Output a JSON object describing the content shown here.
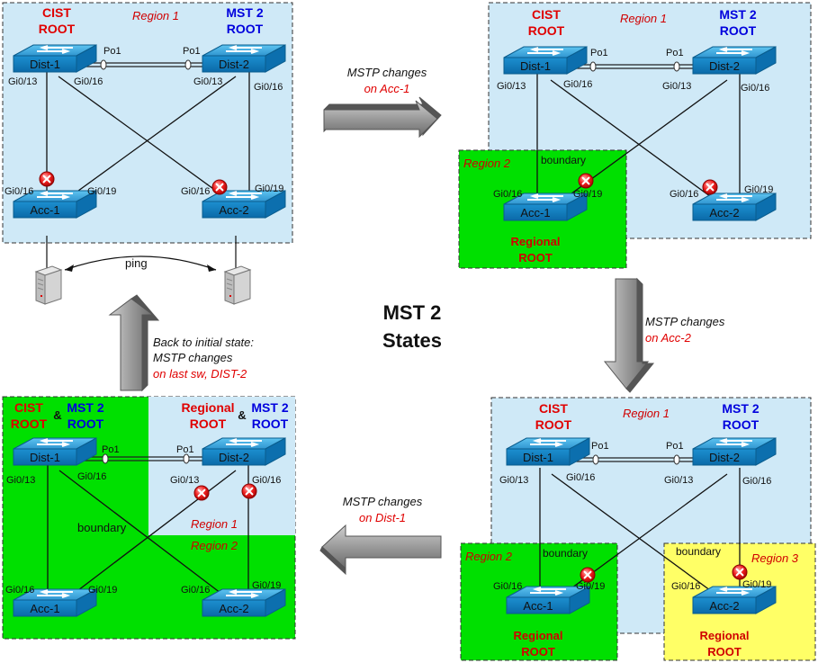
{
  "center_title": {
    "line1": "MST 2",
    "line2": "States"
  },
  "colors": {
    "mst_blue": "#cfe9f7",
    "green": "#00e000",
    "yellow": "#ffff66",
    "cist_red": "#e00000",
    "mst2_blue": "#0000dd",
    "region_red": "#d00000"
  },
  "words": {
    "cist": "CIST",
    "root": "ROOT",
    "mst2": "MST 2",
    "regional": "Regional",
    "region1": "Region 1",
    "region2": "Region 2",
    "region3": "Region 3",
    "boundary": "boundary",
    "ping": "ping",
    "amp": "&",
    "po1": "Po1",
    "gi13": "Gi0/13",
    "gi16": "Gi0/16",
    "gi19": "Gi0/19",
    "dist1": "Dist-1",
    "dist2": "Dist-2",
    "acc1": "Acc-1",
    "acc2": "Acc-2"
  },
  "arrows": {
    "a1": {
      "line1": "MSTP changes",
      "line2": "on Acc-1"
    },
    "a2": {
      "line1": "MSTP changes",
      "line2": "on Acc-2"
    },
    "a3": {
      "line1": "MSTP changes",
      "line2": "on Dist-1"
    },
    "a4": {
      "line1": "Back to initial state:",
      "line2": "MSTP changes",
      "line3": "on last sw, DIST-2"
    }
  }
}
